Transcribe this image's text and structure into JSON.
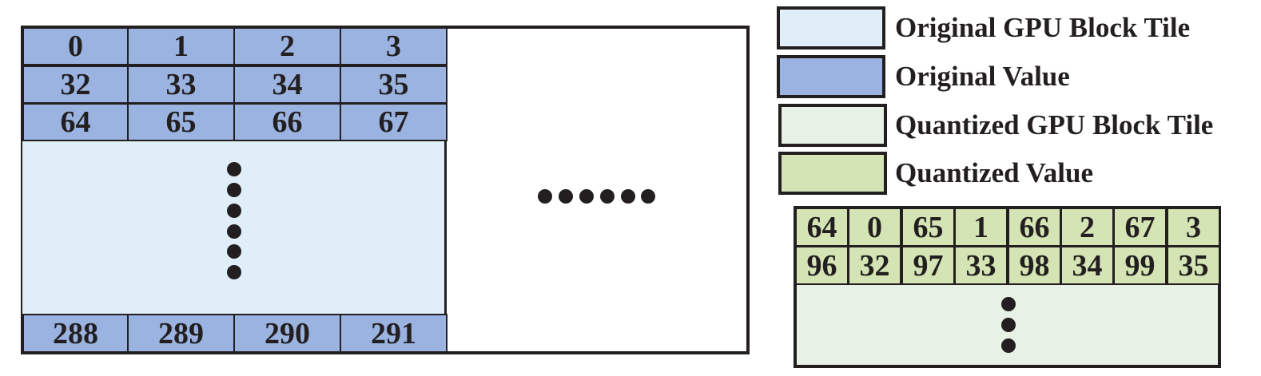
{
  "colors": {
    "original_tile": "#dfeef8",
    "original_value": "#9bb3e0",
    "quantized_tile": "#e8f1e6",
    "quantized_value": "#d4e4b4",
    "stroke": "#231f20"
  },
  "original_tile": {
    "rows": [
      [
        "0",
        "1",
        "2",
        "3"
      ],
      [
        "32",
        "33",
        "34",
        "35"
      ],
      [
        "64",
        "65",
        "66",
        "67"
      ]
    ],
    "last_row": [
      "288",
      "289",
      "290",
      "291"
    ]
  },
  "quantized_tile": {
    "rows": [
      [
        "64",
        "0",
        "65",
        "1",
        "66",
        "2",
        "67",
        "3"
      ],
      [
        "96",
        "32",
        "97",
        "33",
        "98",
        "34",
        "99",
        "35"
      ]
    ]
  },
  "legend": [
    {
      "label": "Original GPU Block Tile",
      "color": "#dfeef8"
    },
    {
      "label": "Original Value",
      "color": "#9bb3e0"
    },
    {
      "label": "Quantized GPU Block Tile",
      "color": "#e8f1e6"
    },
    {
      "label": "Quantized Value",
      "color": "#d4e4b4"
    }
  ]
}
